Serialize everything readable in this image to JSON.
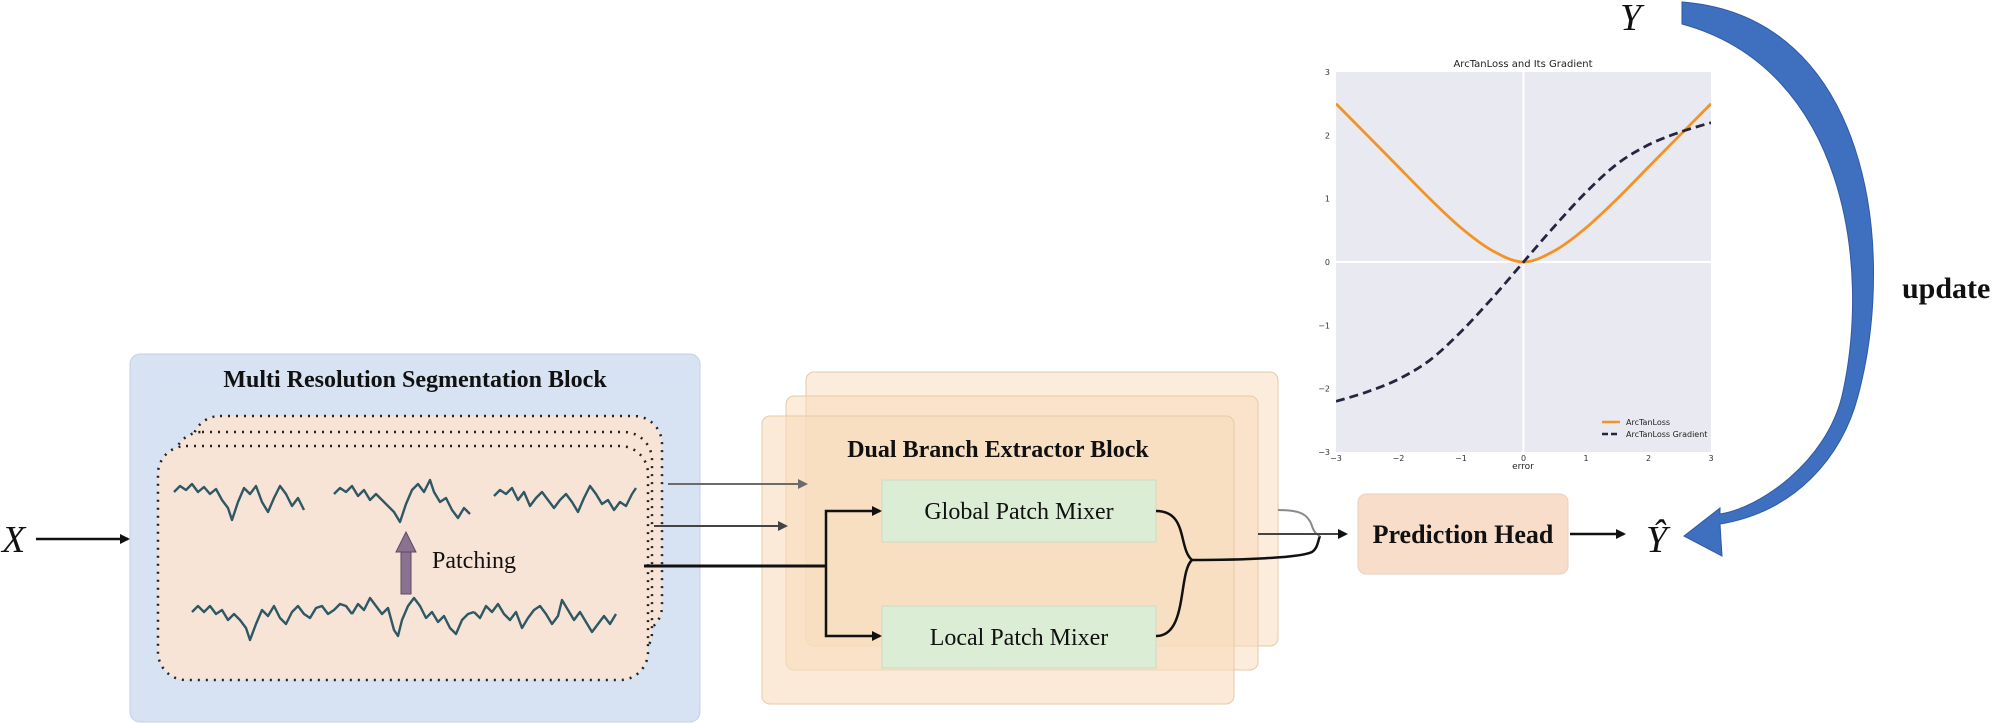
{
  "labels": {
    "input": "X",
    "target": "Y",
    "output": "Ŷ",
    "update": "update"
  },
  "blocks": {
    "segmentation": {
      "title": "Multi Resolution Segmentation Block",
      "patching": "Patching"
    },
    "extractor": {
      "title": "Dual Branch Extractor Block",
      "global_mixer": "Global Patch Mixer",
      "local_mixer": "Local Patch Mixer"
    },
    "head": {
      "title": "Prediction Head"
    }
  },
  "colors": {
    "seg_bg": "#d7e2f2",
    "seg_inner": "#f8e4d6",
    "ext_bg": "#f9dcbd",
    "mixer_bg": "#dcedd6",
    "head_bg": "#f9ddcb",
    "wave": "#2e5864",
    "patch_arrow": "#8a7390",
    "update_arrow": "#3f6fbf",
    "plot_bg": "#e9e9f1",
    "loss": "#f39324",
    "gradient": "#25253f"
  },
  "chart_data": {
    "type": "line",
    "title": "ArcTanLoss and Its Gradient",
    "xlabel": "error",
    "ylabel": "",
    "xlim": [
      -3,
      3
    ],
    "ylim": [
      -3,
      3
    ],
    "xticks": [
      -3,
      -2,
      -1,
      0,
      1,
      2,
      3
    ],
    "yticks": [
      -3,
      -2,
      -1,
      0,
      1,
      2,
      3
    ],
    "grid": true,
    "legend": "bottom-right",
    "x": [
      -3,
      -2.5,
      -2,
      -1.5,
      -1,
      -0.5,
      0,
      0.5,
      1,
      1.5,
      2,
      2.5,
      3
    ],
    "series": [
      {
        "name": "ArcTanLoss",
        "style": "solid",
        "values": [
          2.5,
          2.0,
          1.5,
          1.0,
          0.54,
          0.18,
          0,
          0.18,
          0.54,
          1.0,
          1.5,
          2.0,
          2.5
        ]
      },
      {
        "name": "ArcTanLoss Gradient",
        "style": "dashed",
        "values": [
          -2.2,
          -2.05,
          -1.85,
          -1.55,
          -1.1,
          -0.57,
          0,
          0.57,
          1.1,
          1.55,
          1.85,
          2.05,
          2.2
        ]
      }
    ]
  }
}
